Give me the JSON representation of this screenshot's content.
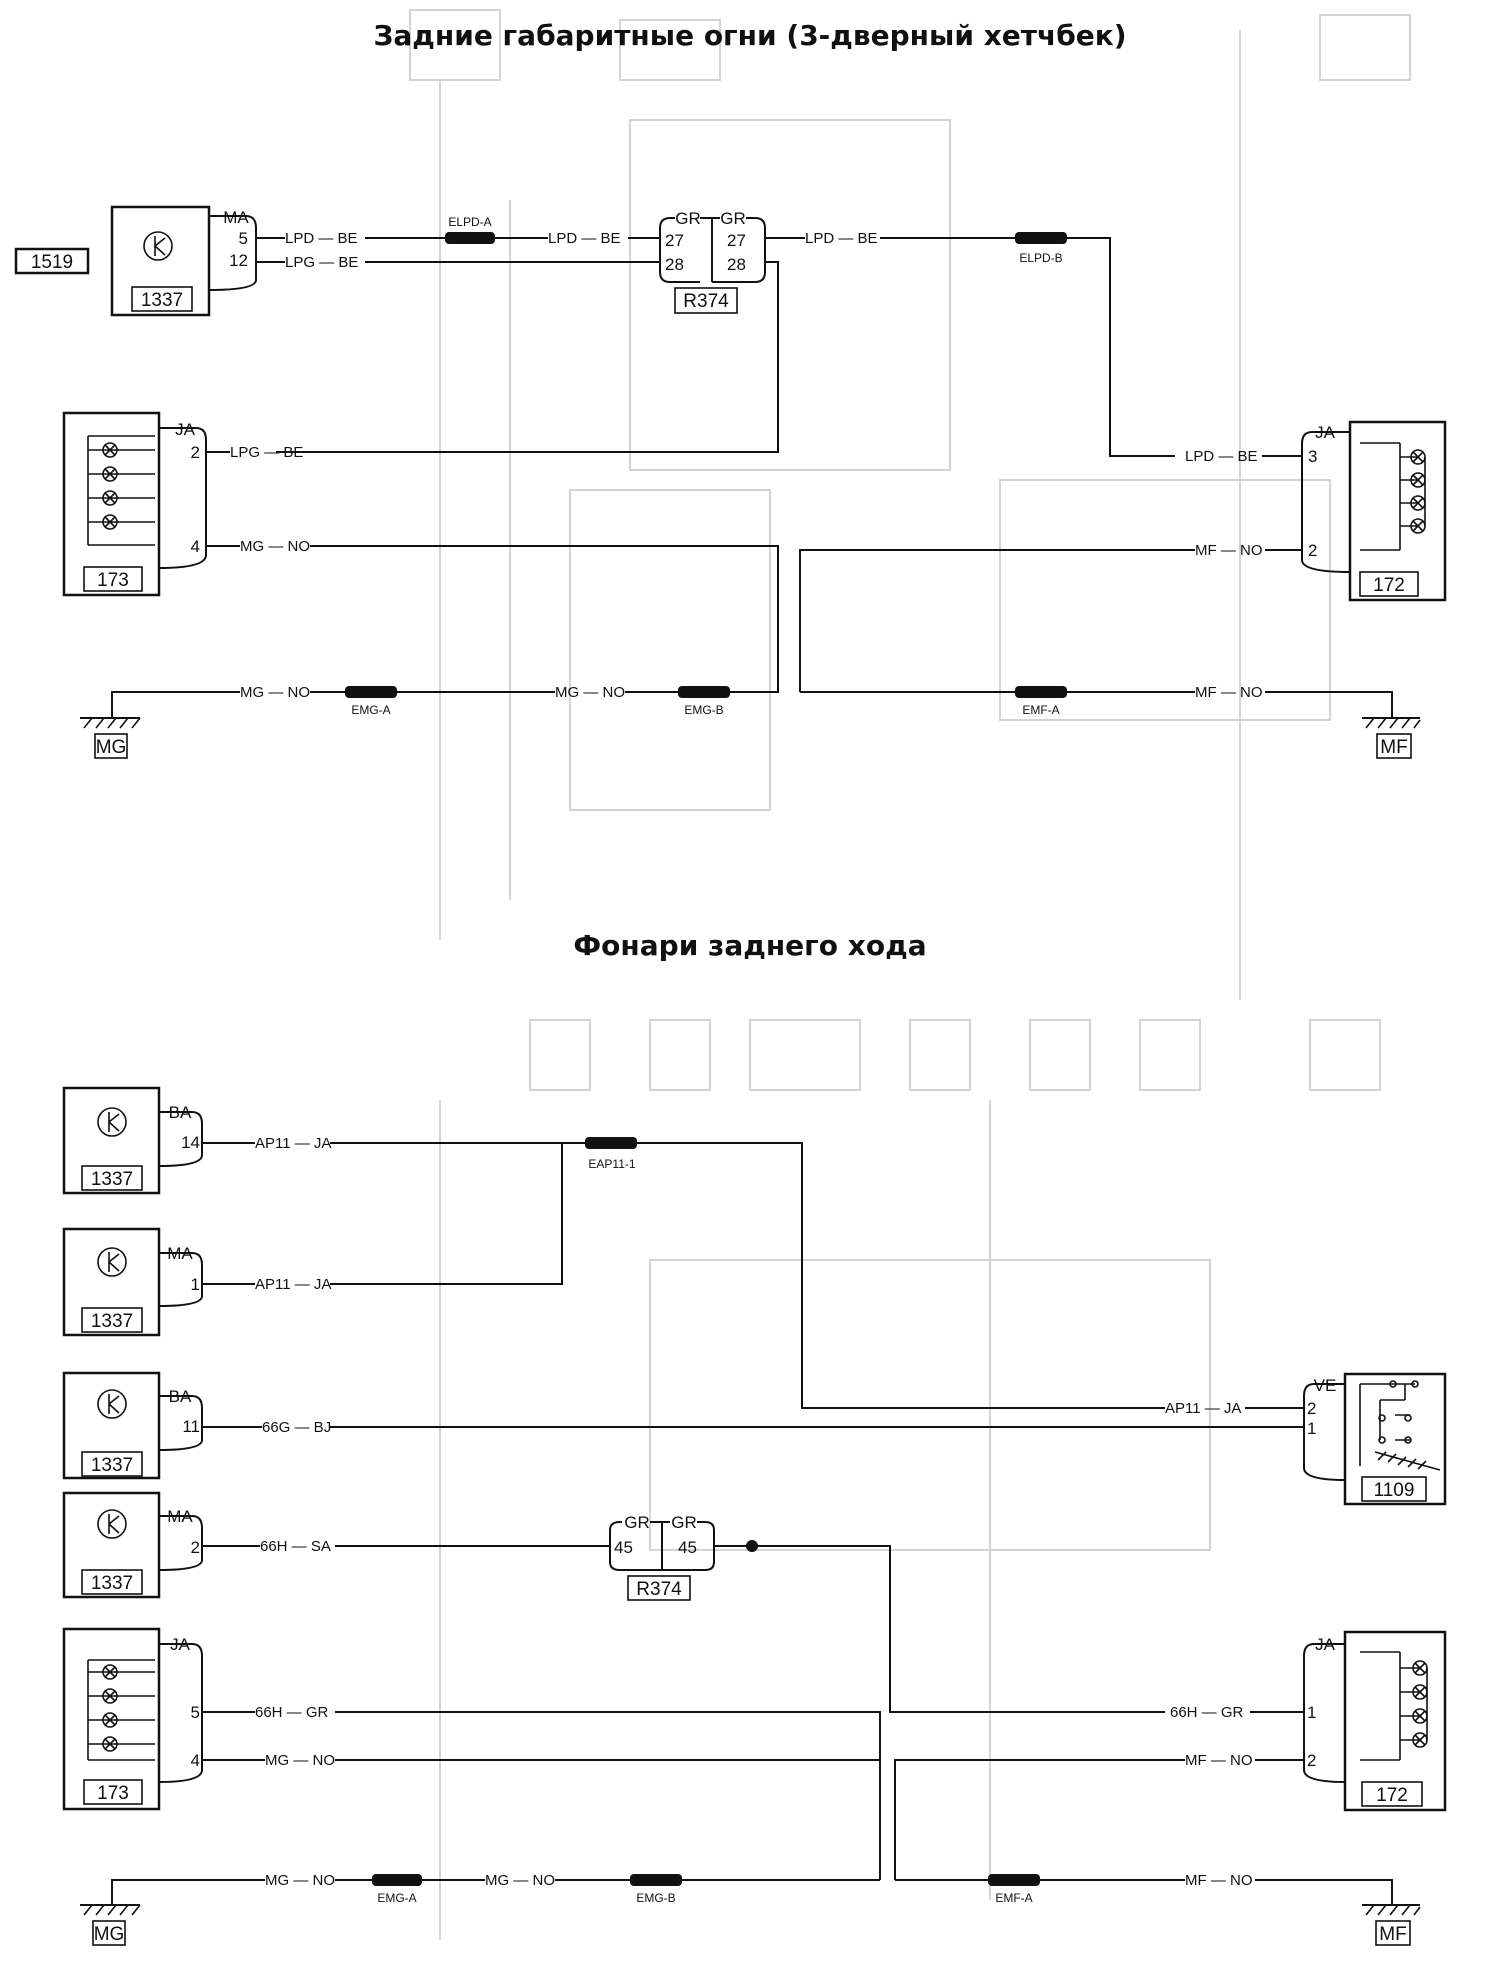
{
  "section1": {
    "title": "Задние габаритные огни (3-дверный хетчбек)",
    "ref_box": "1519",
    "c1337": {
      "id": "1337",
      "color": "MA",
      "pin_a": "5",
      "pin_b": "12"
    },
    "wire_lpd_be_1": "LPD — BE",
    "wire_lpg_be_1": "LPG — BE",
    "wire_lpd_be_2": "LPD — BE",
    "wire_lpd_be_3": "LPD — BE",
    "splice_elpd_a": "ELPD-A",
    "splice_elpd_b": "ELPD-B",
    "r374": {
      "id": "R374",
      "color_left": "GR",
      "color_right": "GR",
      "pin_l1": "27",
      "pin_l2": "28",
      "pin_r1": "27",
      "pin_r2": "28"
    },
    "c173": {
      "id": "173",
      "color": "JA",
      "pin_a": "2",
      "pin_b": "4"
    },
    "wire_lpg_be_2": "LPG — BE",
    "wire_mg_no_1": "MG — NO",
    "c172": {
      "id": "172",
      "color": "JA",
      "pin_a": "3",
      "pin_b": "2"
    },
    "wire_lpd_be_4": "LPD — BE",
    "wire_mf_no_1": "MF — NO",
    "wire_mg_no_2": "MG — NO",
    "wire_mg_no_3": "MG — NO",
    "wire_mf_no_2": "MF — NO",
    "splice_emg_a": "EMG-A",
    "splice_emg_b": "EMG-B",
    "splice_emf_a": "EMF-A",
    "ground_mg": "MG",
    "ground_mf": "MF"
  },
  "section2": {
    "title": "Фонари заднего хода",
    "c1337_a": {
      "id": "1337",
      "color": "BA",
      "pin": "14"
    },
    "c1337_b": {
      "id": "1337",
      "color": "MA",
      "pin": "1"
    },
    "c1337_c": {
      "id": "1337",
      "color": "BA",
      "pin": "11"
    },
    "c1337_d": {
      "id": "1337",
      "color": "MA",
      "pin": "2"
    },
    "wire_ap11_ja_1": "AP11 — JA",
    "wire_ap11_ja_2": "AP11 — JA",
    "wire_ap11_ja_3": "AP11 — JA",
    "splice_eap11": "EAP11-1",
    "wire_66g_bj": "66G — BJ",
    "wire_66h_sa": "66H — SA",
    "c1109": {
      "id": "1109",
      "color": "VE",
      "pin_a": "2",
      "pin_b": "1"
    },
    "r374": {
      "id": "R374",
      "color_left": "GR",
      "color_right": "GR",
      "pin_l": "45",
      "pin_r": "45"
    },
    "c173": {
      "id": "173",
      "color": "JA",
      "pin_a": "5",
      "pin_b": "4"
    },
    "c172": {
      "id": "172",
      "color": "JA",
      "pin_a": "1",
      "pin_b": "2"
    },
    "wire_66h_gr_1": "66H — GR",
    "wire_66h_gr_2": "66H — GR",
    "wire_mg_no_1": "MG — NO",
    "wire_mf_no_1": "MF — NO",
    "wire_mg_no_2": "MG — NO",
    "wire_mg_no_3": "MG — NO",
    "wire_mf_no_2": "MF — NO",
    "splice_emg_a": "EMG-A",
    "splice_emg_b": "EMG-B",
    "splice_emf_a": "EMF-A",
    "ground_mg": "MG",
    "ground_mf": "MF"
  },
  "icons": {
    "relay": "switch-symbol-icon",
    "lamp": "lamp-cross-icon",
    "ground": "ground-icon"
  }
}
